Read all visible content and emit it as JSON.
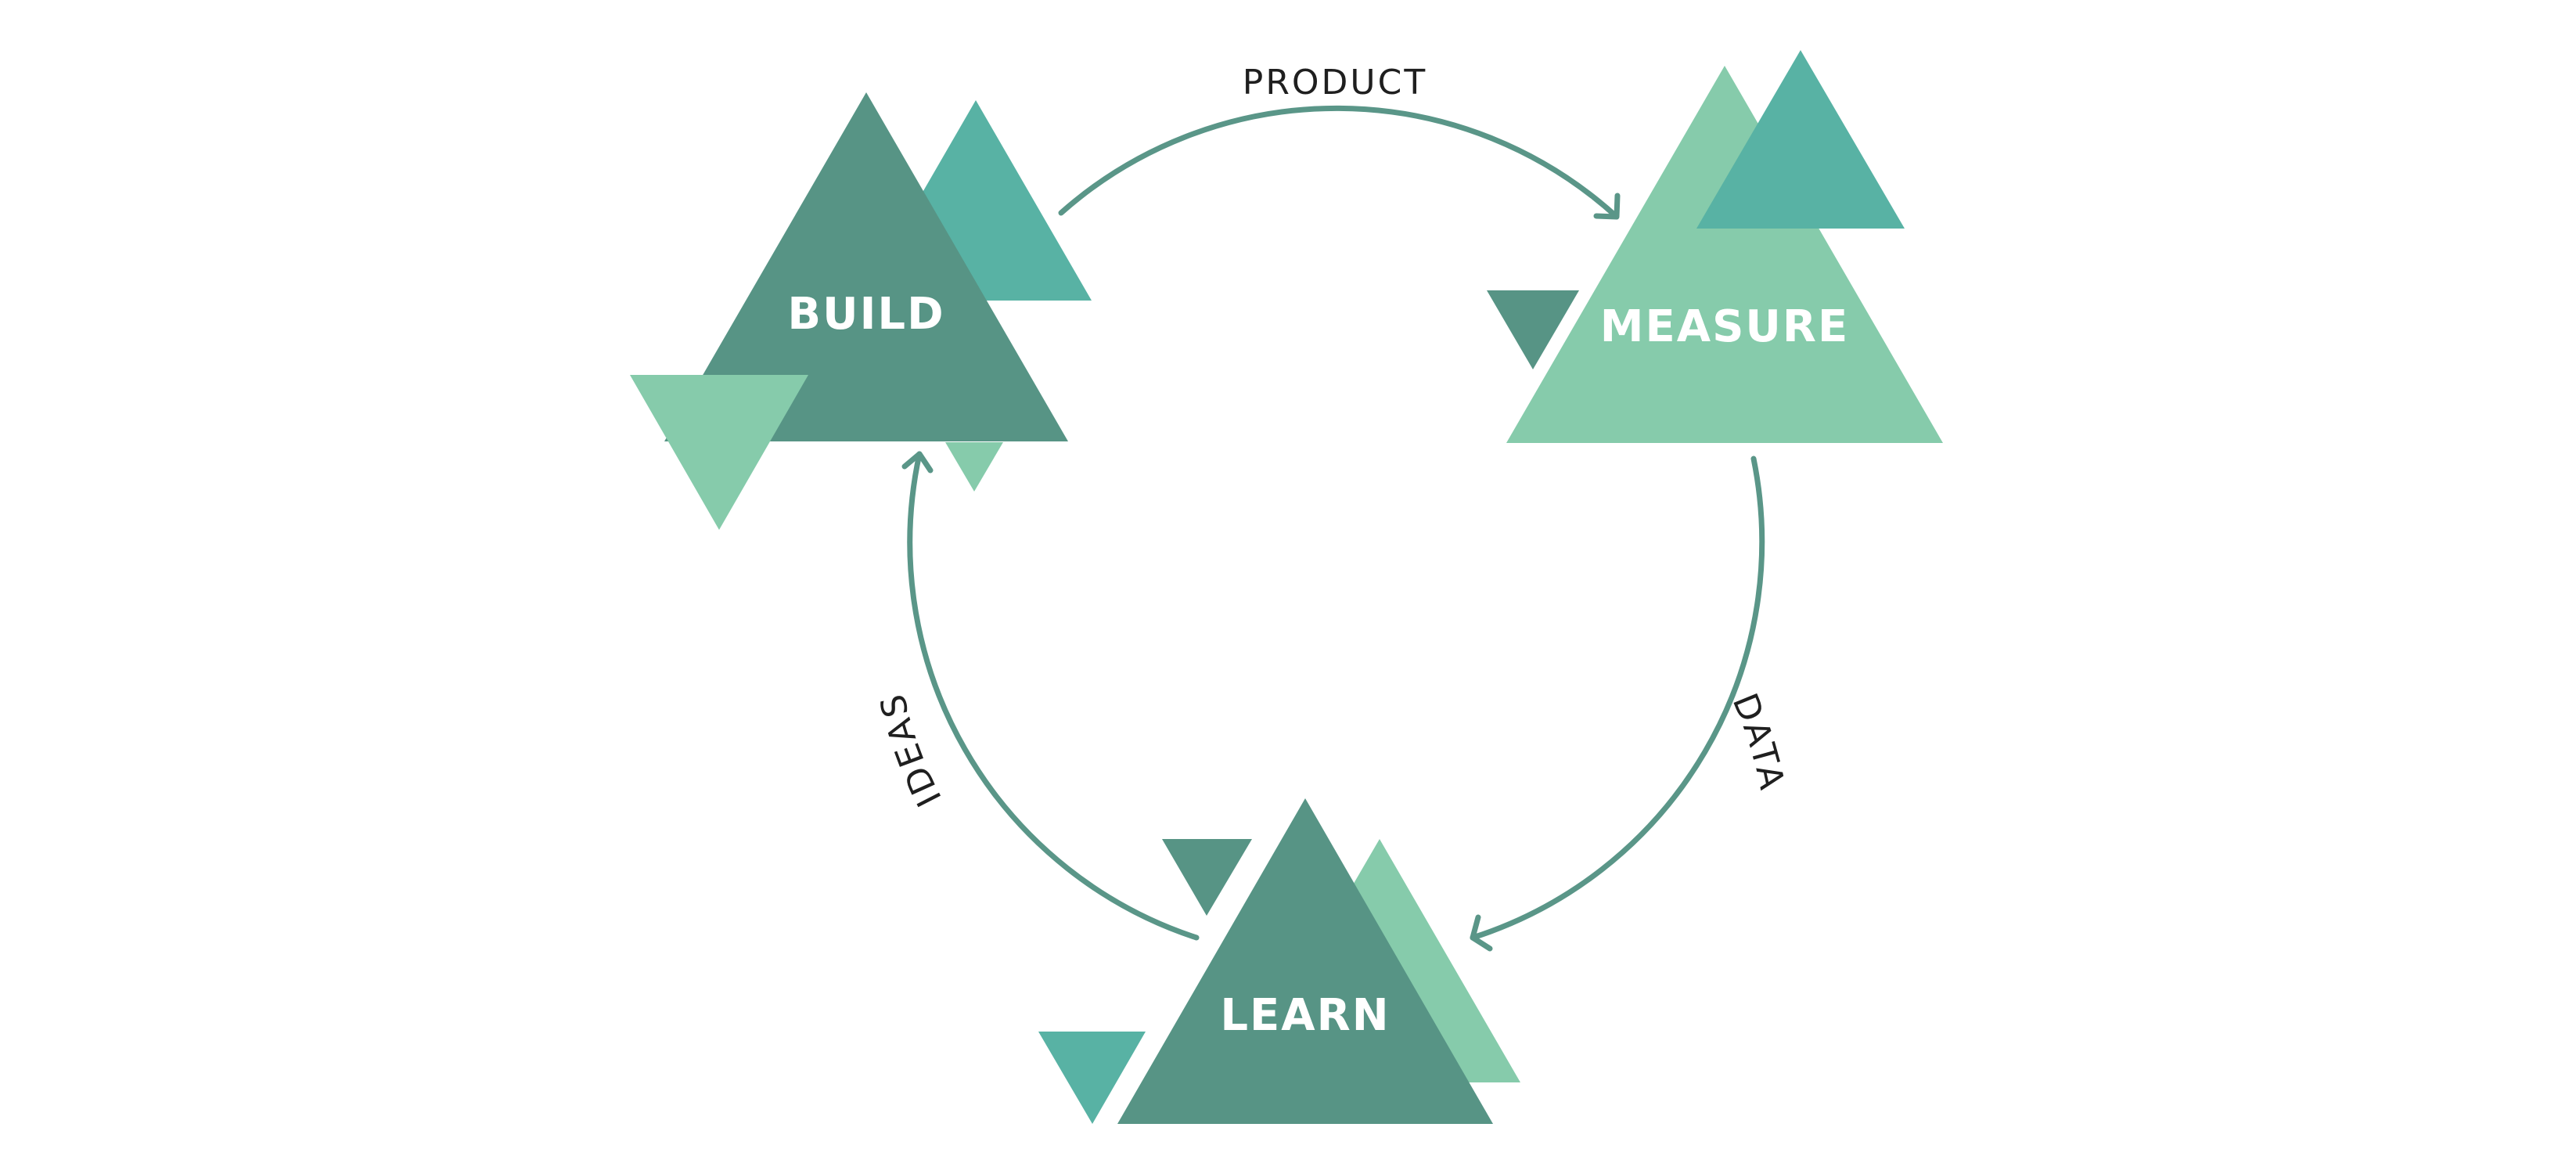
{
  "diagram": {
    "nodes": [
      {
        "id": "build",
        "label": "BUILD"
      },
      {
        "id": "measure",
        "label": "MEASURE"
      },
      {
        "id": "learn",
        "label": "LEARN"
      }
    ],
    "edges": [
      {
        "from": "build",
        "to": "measure",
        "label": "PRODUCT"
      },
      {
        "from": "measure",
        "to": "learn",
        "label": "DATA"
      },
      {
        "from": "learn",
        "to": "build",
        "label": "IDEAS"
      }
    ]
  },
  "colors": {
    "dark_teal": "#579485",
    "mid_teal": "#58b2a4",
    "light_green": "#86cbab",
    "label_text": "#ffffff",
    "edge_text": "#1f1f1f",
    "arc_stroke": "#5a9688"
  }
}
